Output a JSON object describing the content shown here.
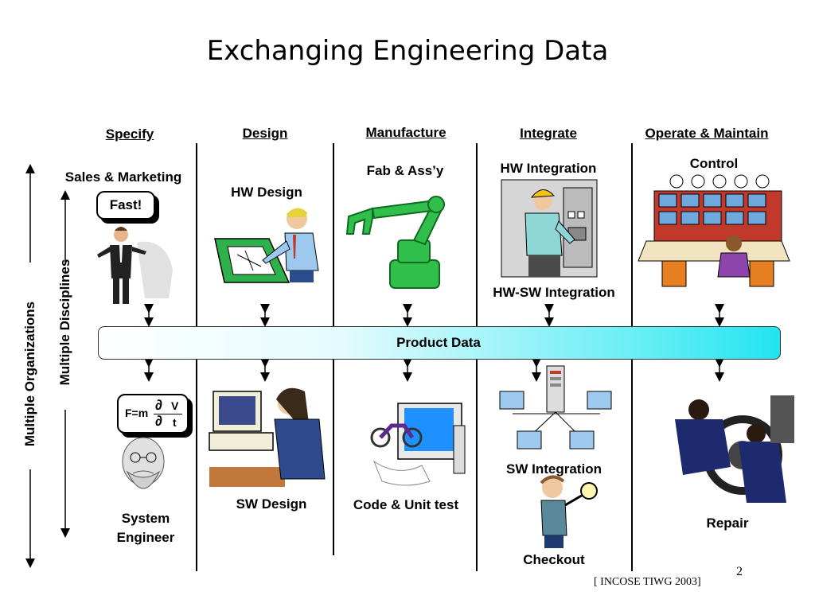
{
  "title": "Exchanging Engineering Data",
  "phases": [
    "Specify",
    "Design",
    "Manufacture",
    "Integrate",
    "Operate & Maintain"
  ],
  "labels": {
    "sales_marketing": "Sales & Marketing",
    "fast": "Fast!",
    "hw_design": "HW Design",
    "fab_assy": "Fab & Ass’y",
    "hw_integration": "HW Integration",
    "hw_sw_integration": "HW-SW Integration",
    "control": "Control",
    "product_data": "Product Data",
    "formula_lhs": "F=m",
    "formula_d1": "∂",
    "formula_v": "V",
    "formula_d2": "∂",
    "formula_t": "t",
    "system_engineer_1": "System",
    "system_engineer_2": "Engineer",
    "sw_design": "SW Design",
    "code_unit_test": "Code & Unit test",
    "sw_integration": "SW Integration",
    "checkout": "Checkout",
    "repair": "Repair"
  },
  "axes": {
    "multiple_organizations": "Multiple Organizations",
    "multiple_disciplines": "Multiple Disciplines"
  },
  "slide_number": "2",
  "citation": "[ INCOSE TIWG 2003]",
  "colors": {
    "band_start": "#ffffff",
    "band_end": "#22e4f0",
    "robot": "#2fbf4a",
    "board": "#2eb04a"
  },
  "icons": [
    "salesman-figure",
    "designer-figure",
    "robot-arm-icon",
    "technician-figure",
    "control-room-icon",
    "system-engineer-figure",
    "computer-user-figure",
    "motorcycle-monitor-icon",
    "network-icon",
    "inspector-figure",
    "repair-workers-icon"
  ]
}
